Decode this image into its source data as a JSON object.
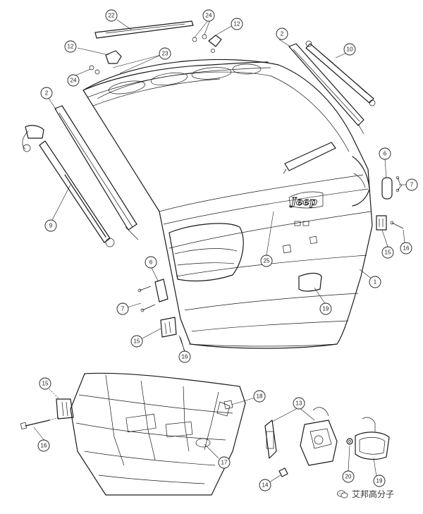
{
  "diagram": {
    "callouts": [
      "22",
      "24",
      "12",
      "2",
      "10",
      "12",
      "24",
      "23",
      "2",
      "9",
      "6",
      "7",
      "15",
      "16",
      "1",
      "25",
      "6",
      "7",
      "15",
      "16",
      "19",
      "15",
      "16",
      "18",
      "13",
      "17",
      "14",
      "20",
      "19"
    ],
    "emblem_text": "Jeep"
  },
  "watermark": {
    "text": "艾邦高分子",
    "icon": "wechat-icon"
  }
}
